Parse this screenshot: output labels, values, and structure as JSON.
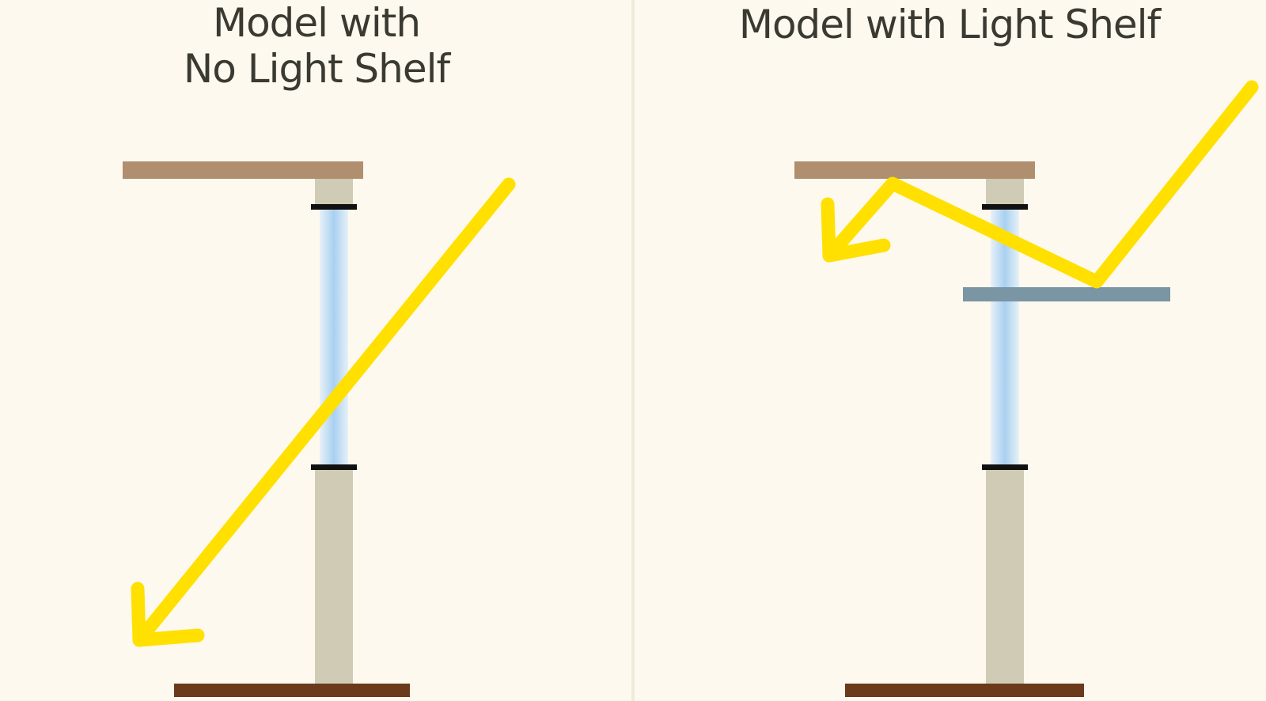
{
  "panels": {
    "left": {
      "title": "Model with No Light Shelf",
      "title_line1": "Model with",
      "title_line2": "No Light Shelf",
      "has_light_shelf": false
    },
    "right": {
      "title": "Model with Light Shelf",
      "has_light_shelf": true
    }
  },
  "colors": {
    "background": "#fdf9ee",
    "ceiling": "#b08f6f",
    "floor": "#6b3a1a",
    "wall": "#cfcbb5",
    "glass": "#bcd9f2",
    "glass_edge": "#e7f1f8",
    "window_frame": "#111111",
    "light_shelf": "#7a95a3",
    "light_ray": "#ffe000",
    "divider": "#f0ead8",
    "text": "#3a3a32"
  }
}
